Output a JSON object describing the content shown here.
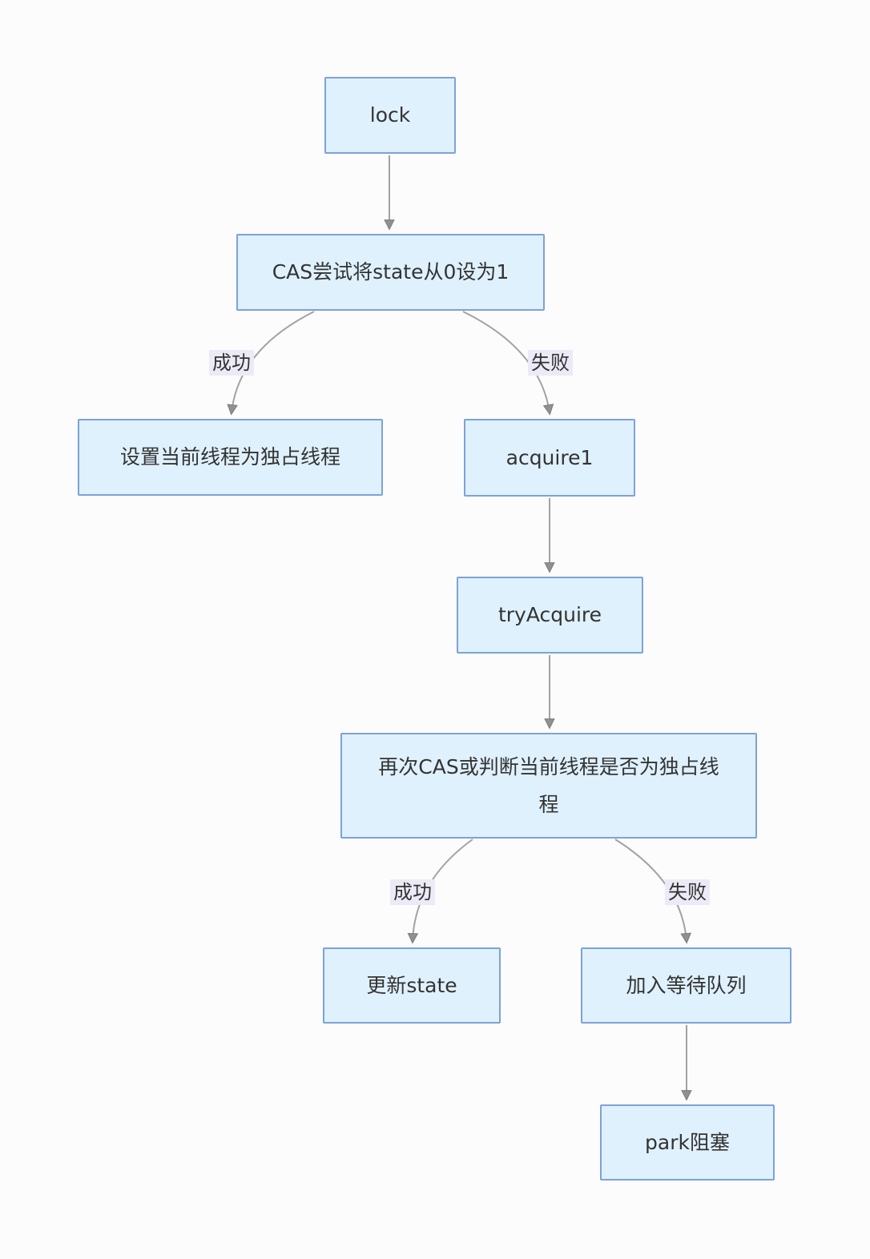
{
  "diagram": {
    "type": "flowchart",
    "direction": "top-down",
    "nodes": {
      "lock": {
        "label": "lock"
      },
      "cas": {
        "label": "CAS尝试将state从0设为1"
      },
      "set_exclusive": {
        "label": "设置当前线程为独占线程"
      },
      "acquire1": {
        "label": "acquire1"
      },
      "try_acquire": {
        "label": "tryAcquire"
      },
      "recheck": {
        "label": "再次CAS或判断当前线程是否为独占线程"
      },
      "update_state": {
        "label": "更新state"
      },
      "enqueue": {
        "label": "加入等待队列"
      },
      "park": {
        "label": "park阻塞"
      }
    },
    "edges": [
      {
        "from": "lock",
        "to": "cas",
        "label": ""
      },
      {
        "from": "cas",
        "to": "set_exclusive",
        "label": "成功"
      },
      {
        "from": "cas",
        "to": "acquire1",
        "label": "失败"
      },
      {
        "from": "acquire1",
        "to": "try_acquire",
        "label": ""
      },
      {
        "from": "try_acquire",
        "to": "recheck",
        "label": ""
      },
      {
        "from": "recheck",
        "to": "update_state",
        "label": "成功"
      },
      {
        "from": "recheck",
        "to": "enqueue",
        "label": "失败"
      },
      {
        "from": "enqueue",
        "to": "park",
        "label": ""
      }
    ],
    "colors": {
      "node_fill": "#dff1fc",
      "node_border": "#7da2d8",
      "edge": "#a2a2a2",
      "edge_label_bg": "#edeaf7",
      "text": "#333333",
      "background": "#fcfcfc"
    }
  }
}
